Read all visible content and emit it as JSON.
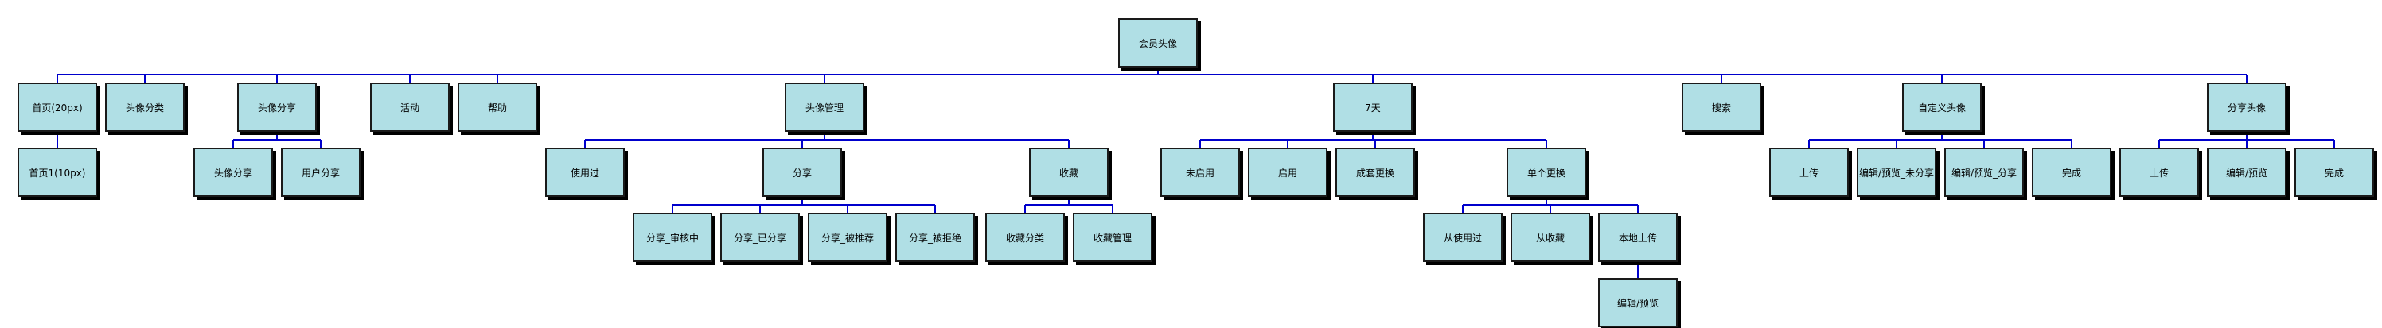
{
  "colors": {
    "node_fill": "#b0dfe5",
    "node_border": "#1a1a1a",
    "connector": "#0000cc"
  },
  "root": {
    "id": "root",
    "label": "会员头像"
  },
  "nodes": [
    {
      "id": "home",
      "parent": "root",
      "label": "首页(20px)"
    },
    {
      "id": "home1",
      "parent": "home",
      "label": "首页1(10px)"
    },
    {
      "id": "avatar_cat",
      "parent": "root",
      "label": "头像分类"
    },
    {
      "id": "avatar_share",
      "parent": "root",
      "label": "头像分享"
    },
    {
      "id": "avatar_share_sub",
      "parent": "avatar_share",
      "label": "头像分享"
    },
    {
      "id": "user_share",
      "parent": "avatar_share",
      "label": "用户分享"
    },
    {
      "id": "activity",
      "parent": "root",
      "label": "活动"
    },
    {
      "id": "help",
      "parent": "root",
      "label": "帮助"
    },
    {
      "id": "avatar_mgmt",
      "parent": "root",
      "label": "头像管理"
    },
    {
      "id": "used",
      "parent": "avatar_mgmt",
      "label": "使用过"
    },
    {
      "id": "share",
      "parent": "avatar_mgmt",
      "label": "分享"
    },
    {
      "id": "share_reviewing",
      "parent": "share",
      "label": "分享_审核中"
    },
    {
      "id": "share_shared",
      "parent": "share",
      "label": "分享_已分享"
    },
    {
      "id": "share_recommended",
      "parent": "share",
      "label": "分享_被推荐"
    },
    {
      "id": "share_rejected",
      "parent": "share",
      "label": "分享_被拒绝"
    },
    {
      "id": "favorite",
      "parent": "avatar_mgmt",
      "label": "收藏"
    },
    {
      "id": "fav_cat",
      "parent": "favorite",
      "label": "收藏分类"
    },
    {
      "id": "fav_mgmt",
      "parent": "favorite",
      "label": "收藏管理"
    },
    {
      "id": "days7",
      "parent": "root",
      "label": "7天"
    },
    {
      "id": "disabled",
      "parent": "days7",
      "label": "未启用"
    },
    {
      "id": "enabled",
      "parent": "days7",
      "label": "启用"
    },
    {
      "id": "set_change",
      "parent": "days7",
      "label": "成套更换"
    },
    {
      "id": "single_change",
      "parent": "days7",
      "label": "单个更换"
    },
    {
      "id": "from_used",
      "parent": "single_change",
      "label": "从使用过"
    },
    {
      "id": "from_fav",
      "parent": "single_change",
      "label": "从收藏"
    },
    {
      "id": "local_upload",
      "parent": "single_change",
      "label": "本地上传"
    },
    {
      "id": "edit_preview_local",
      "parent": "local_upload",
      "label": "编辑/预览"
    },
    {
      "id": "search",
      "parent": "root",
      "label": "搜索"
    },
    {
      "id": "custom",
      "parent": "root",
      "label": "自定义头像"
    },
    {
      "id": "custom_upload",
      "parent": "custom",
      "label": "上传"
    },
    {
      "id": "custom_edit_unshared",
      "parent": "custom",
      "label": "编辑/预览_未分享"
    },
    {
      "id": "custom_edit_shared",
      "parent": "custom",
      "label": "编辑/预览_分享"
    },
    {
      "id": "custom_done",
      "parent": "custom",
      "label": "完成"
    },
    {
      "id": "share_avatar",
      "parent": "root",
      "label": "分享头像"
    },
    {
      "id": "sa_upload",
      "parent": "share_avatar",
      "label": "上传"
    },
    {
      "id": "sa_edit",
      "parent": "share_avatar",
      "label": "编辑/预览"
    },
    {
      "id": "sa_done",
      "parent": "share_avatar",
      "label": "完成"
    }
  ]
}
